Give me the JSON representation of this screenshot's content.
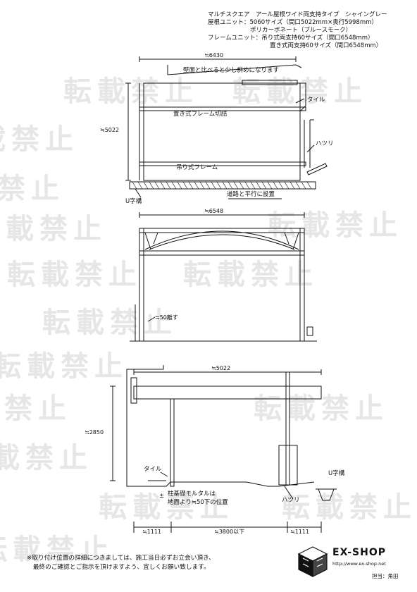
{
  "watermark": "転載禁止",
  "specs": {
    "line1": "マルチスクエア　アール屋根ワイド両支持タイプ　シャイングレー",
    "line2": "屋根ユニット：5060サイズ（間口5022mm×奥行5998mm）",
    "line3": "ポリカーボネート（ブルースモーク）",
    "line4": "フレームユニット：吊り式両支持60サイズ（間口6548mm）",
    "line5": "置き式両支持60サイズ（間口6548mm）"
  },
  "plan": {
    "dim_top": "≒6430",
    "note_wall": "壁面と比べると少し斜めになります",
    "label_tile": "タイル",
    "label_frame_placed": "置き式フレーム切詰",
    "dim_side": "≒5022",
    "label_hatsuri": "ハツリ",
    "label_frame_hung": "吊り式フレーム",
    "label_road": "道路と平行に設置",
    "label_u_gutter": "U字構"
  },
  "front": {
    "dim_top": "≒6548",
    "dim_gap": "≒50離す"
  },
  "side": {
    "dim_width": "≒5022",
    "dim_height": "≒2850",
    "label_tile": "タイル",
    "label_u_gutter": "U字構",
    "label_pm": "±",
    "note_mortar_1": "柱基礎モルタルは",
    "note_mortar_2": "地面より≒50下の位置",
    "label_hatsuri": "ハツリ",
    "dim_left": "≒1111",
    "dim_mid": "≒3800以下",
    "dim_right": "≒1111"
  },
  "footer": {
    "line1": "※取り付け位置の詳細につきましては、施工当日必ずお立会い頂き、",
    "line2": "　最終のご確認とご指示を頂けますよう、宜しくお願い致します。"
  },
  "brand": {
    "name": "EX-SHOP",
    "url": "http://www.ex-shop.net",
    "person": "担当：角田"
  }
}
